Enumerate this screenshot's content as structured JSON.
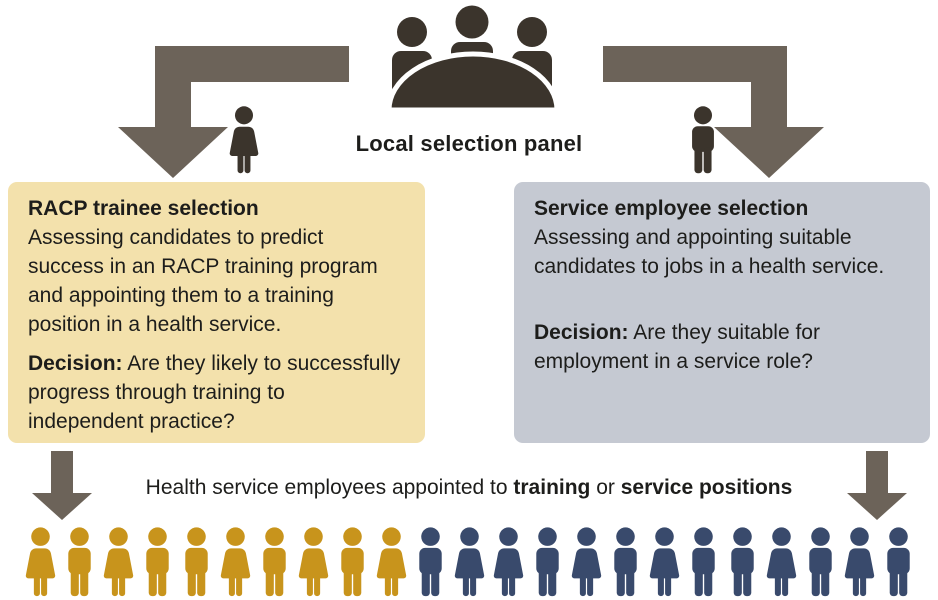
{
  "panel": {
    "label": "Local selection panel"
  },
  "left_box": {
    "title": "RACP trainee selection",
    "body": "Assessing candidates to predict success in an RACP training program and appointing them to a training position in a health service.",
    "decision_label": "Decision:",
    "decision_text": " Are they likely to successfully progress through training to independent practice?"
  },
  "right_box": {
    "title": "Service employee selection",
    "body": "Assessing and appointing suitable candidates to jobs in a health service.",
    "decision_label": "Decision:",
    "decision_text": " Are they suitable for employment in a service role?"
  },
  "bottom": {
    "caption_parts": [
      {
        "text": "Health service employees appointed to ",
        "bold": false
      },
      {
        "text": "training",
        "bold": true
      },
      {
        "text": " or ",
        "bold": false
      },
      {
        "text": "service positions",
        "bold": true
      }
    ],
    "people": [
      {
        "gender": "female",
        "color": "gold"
      },
      {
        "gender": "male",
        "color": "gold"
      },
      {
        "gender": "female",
        "color": "gold"
      },
      {
        "gender": "male",
        "color": "gold"
      },
      {
        "gender": "male",
        "color": "gold"
      },
      {
        "gender": "female",
        "color": "gold"
      },
      {
        "gender": "male",
        "color": "gold"
      },
      {
        "gender": "female",
        "color": "gold"
      },
      {
        "gender": "male",
        "color": "gold"
      },
      {
        "gender": "female",
        "color": "gold"
      },
      {
        "gender": "male",
        "color": "navy"
      },
      {
        "gender": "female",
        "color": "navy"
      },
      {
        "gender": "female",
        "color": "navy"
      },
      {
        "gender": "male",
        "color": "navy"
      },
      {
        "gender": "female",
        "color": "navy"
      },
      {
        "gender": "male",
        "color": "navy"
      },
      {
        "gender": "female",
        "color": "navy"
      },
      {
        "gender": "male",
        "color": "navy"
      },
      {
        "gender": "male",
        "color": "navy"
      },
      {
        "gender": "female",
        "color": "navy"
      },
      {
        "gender": "male",
        "color": "navy"
      },
      {
        "gender": "female",
        "color": "navy"
      },
      {
        "gender": "male",
        "color": "navy"
      }
    ]
  },
  "colors": {
    "gold": "#C8941C",
    "navy": "#394A6C",
    "arrow": "#6C6359",
    "dark_icon": "#3B342C",
    "left_box_bg": "#F3E1AC",
    "right_box_bg": "#C5C9D2",
    "text": "#1D1D1B"
  }
}
